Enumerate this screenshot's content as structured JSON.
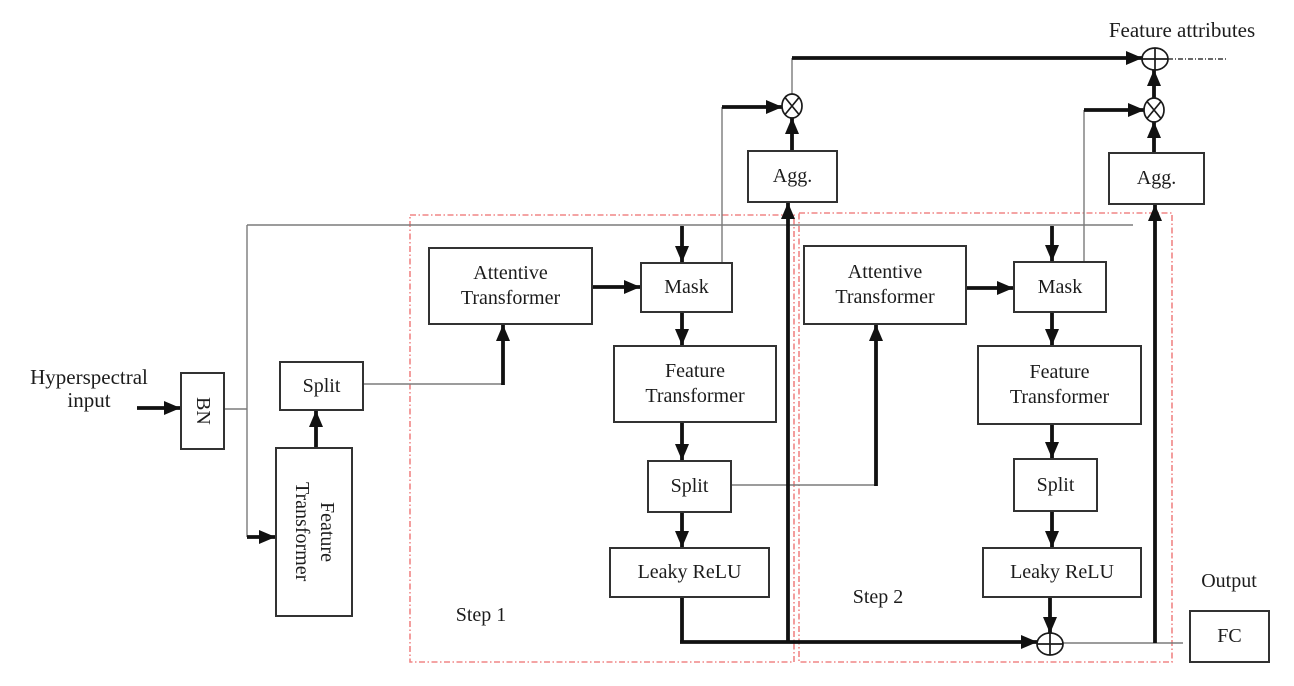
{
  "title_labels": {
    "input": "Hyperspectral\ninput",
    "feature_attributes": "Feature attributes",
    "output": "Output"
  },
  "preprocessing": {
    "bn": "BN",
    "feature_transformer": "Feature\nTransformer",
    "split": "Split"
  },
  "steps": [
    {
      "label": "Step 1",
      "attentive_transformer": "Attentive\nTransformer",
      "mask": "Mask",
      "feature_transformer": "Feature\nTransformer",
      "split": "Split",
      "leaky_relu": "Leaky ReLU",
      "agg": "Agg."
    },
    {
      "label": "Step 2",
      "attentive_transformer": "Attentive\nTransformer",
      "mask": "Mask",
      "feature_transformer": "Feature\nTransformer",
      "split": "Split",
      "leaky_relu": "Leaky ReLU",
      "agg": "Agg."
    }
  ],
  "output_block": {
    "fc": "FC"
  },
  "operators": {
    "multiply": "⊗",
    "add": "⊕"
  },
  "colors": {
    "step_boundary": "#f08585",
    "thick_line": "#111111",
    "thin_line": "#7b7b7b",
    "box_border": "#323232"
  }
}
